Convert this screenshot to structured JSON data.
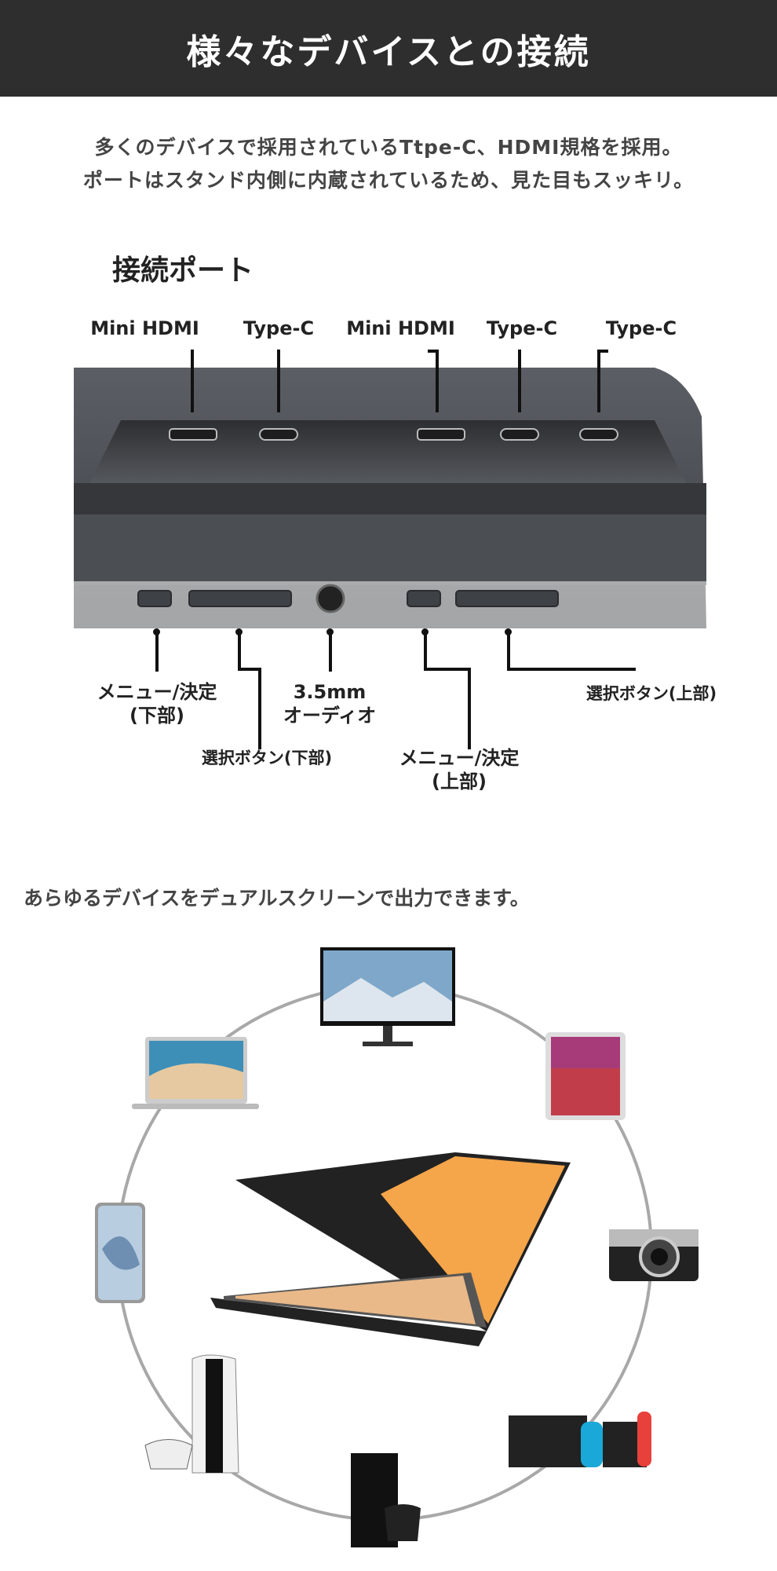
{
  "header": {
    "title": "様々なデバイスとの接続"
  },
  "intro": {
    "line1": "多くのデバイスで採用されているTtpe-C、HDMI規格を採用。",
    "line2": "ポートはスタンド内側に内蔵されているため、見た目もスッキリ。"
  },
  "ports": {
    "title": "接続ポート",
    "top_labels": [
      "Mini HDMI",
      "Type-C",
      "Mini HDMI",
      "Type-C",
      "Type-C"
    ],
    "bottom_labels": {
      "menu_lower_1": "メニュー/決定",
      "menu_lower_2": "(下部)",
      "audio_1": "3.5mm",
      "audio_2": "オーディオ",
      "select_lower": "選択ボタン(下部)",
      "menu_upper_1": "メニュー/決定",
      "menu_upper_2": "(上部)",
      "select_upper": "選択ボタン(上部)"
    }
  },
  "devices": {
    "caption": "あらゆるデバイスをデュアルスクリーンで出力できます。"
  },
  "colors": {
    "header_bg": "#2e2e2e",
    "device": "#4a4d52",
    "circle": "#a8a8a8"
  }
}
